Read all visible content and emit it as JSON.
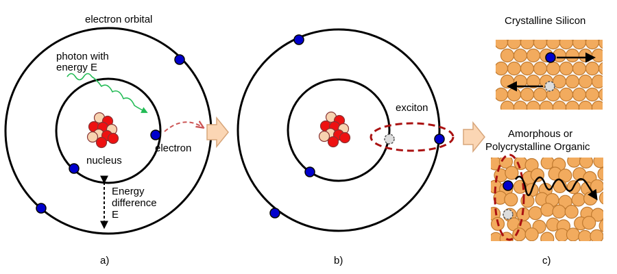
{
  "labels": {
    "electron_orbital": "electron orbital",
    "photon_line1": "photon with",
    "photon_line2": "energy E",
    "electron": "electron",
    "nucleus": "nucleus",
    "energy_line1": "Energy",
    "energy_line2": "difference",
    "energy_line3": "E",
    "exciton": "exciton",
    "crystalline_title": "Crystalline Silicon",
    "amorphous_line1": "Amorphous or",
    "amorphous_line2": "Polycrystalline Organic"
  },
  "captions": {
    "a": "a)",
    "b": "b)",
    "c": "c)"
  },
  "colors": {
    "line": "#000000",
    "electron": "#0000cc",
    "proton": "#ee1111",
    "neutron": "#f7d3b0",
    "photon": "#22bb55",
    "dashed_red": "#aa1111",
    "transfer_arrow": "#cc5555",
    "arrow_fill": "#fbd6b4",
    "arrow_stroke": "#d7a57a",
    "atom_fill": "#f2ab5e",
    "atom_stroke": "#c07a30"
  },
  "icons": [
    "block-arrow-right-icon",
    "wavy-photon-arrow-icon",
    "double-headed-dashed-arrow-icon"
  ]
}
